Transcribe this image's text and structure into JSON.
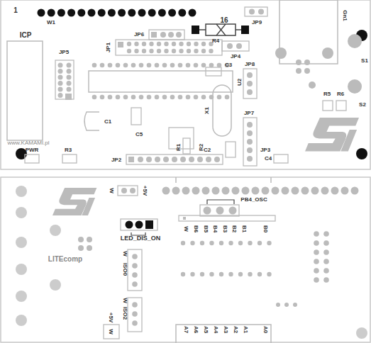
{
  "diagram": {
    "labels": [
      "1",
      "W1",
      "16",
      "R4",
      "JP9",
      "Gn1",
      "ICP",
      "JP5",
      "JP6",
      "JP1",
      "JP4",
      "C3",
      "JP8",
      "U2",
      "X1",
      "R5",
      "R6",
      "S1",
      "S2",
      "C1",
      "C5",
      "JP7",
      "C2",
      "JP3",
      "C4",
      "www.KAMAMI.pl",
      "PWR",
      "R3",
      "JP2",
      "R1",
      "R2",
      "W",
      "+5V",
      "PB4_OSC",
      "LED_DIS_ON",
      "W",
      "B6",
      "B5",
      "B4",
      "B3",
      "B2",
      "B1",
      "B0",
      "LITEcomp",
      "ISO0",
      "W",
      "ISO2",
      "W",
      "W",
      "+5V",
      "A7",
      "A6",
      "A5",
      "A4",
      "A3",
      "A2",
      "A1",
      "A0"
    ]
  }
}
